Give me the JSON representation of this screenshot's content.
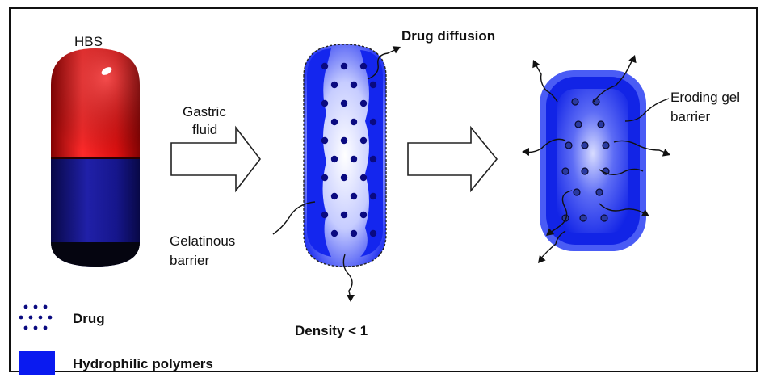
{
  "labels": {
    "hbs": "HBS",
    "gastric_line1": "Gastric",
    "gastric_line2": "fluid",
    "drug_diffusion": "Drug diffusion",
    "gelatinous_line1": "Gelatinous",
    "gelatinous_line2": "barrier",
    "density": "Density < 1",
    "eroding_line1": "Eroding gel",
    "eroding_line2": "barrier"
  },
  "legend": [
    {
      "label": "Drug",
      "icon": "drug-dots-icon"
    },
    {
      "label": "Hydrophilic polymers",
      "icon": "polymer-swatch-icon",
      "color": "#0a1af0"
    }
  ],
  "colors": {
    "capsule_red": "#f01212",
    "capsule_blue": "#181890",
    "polymer_blue": "#1426ee",
    "drug_dot": "#0a0a80"
  }
}
